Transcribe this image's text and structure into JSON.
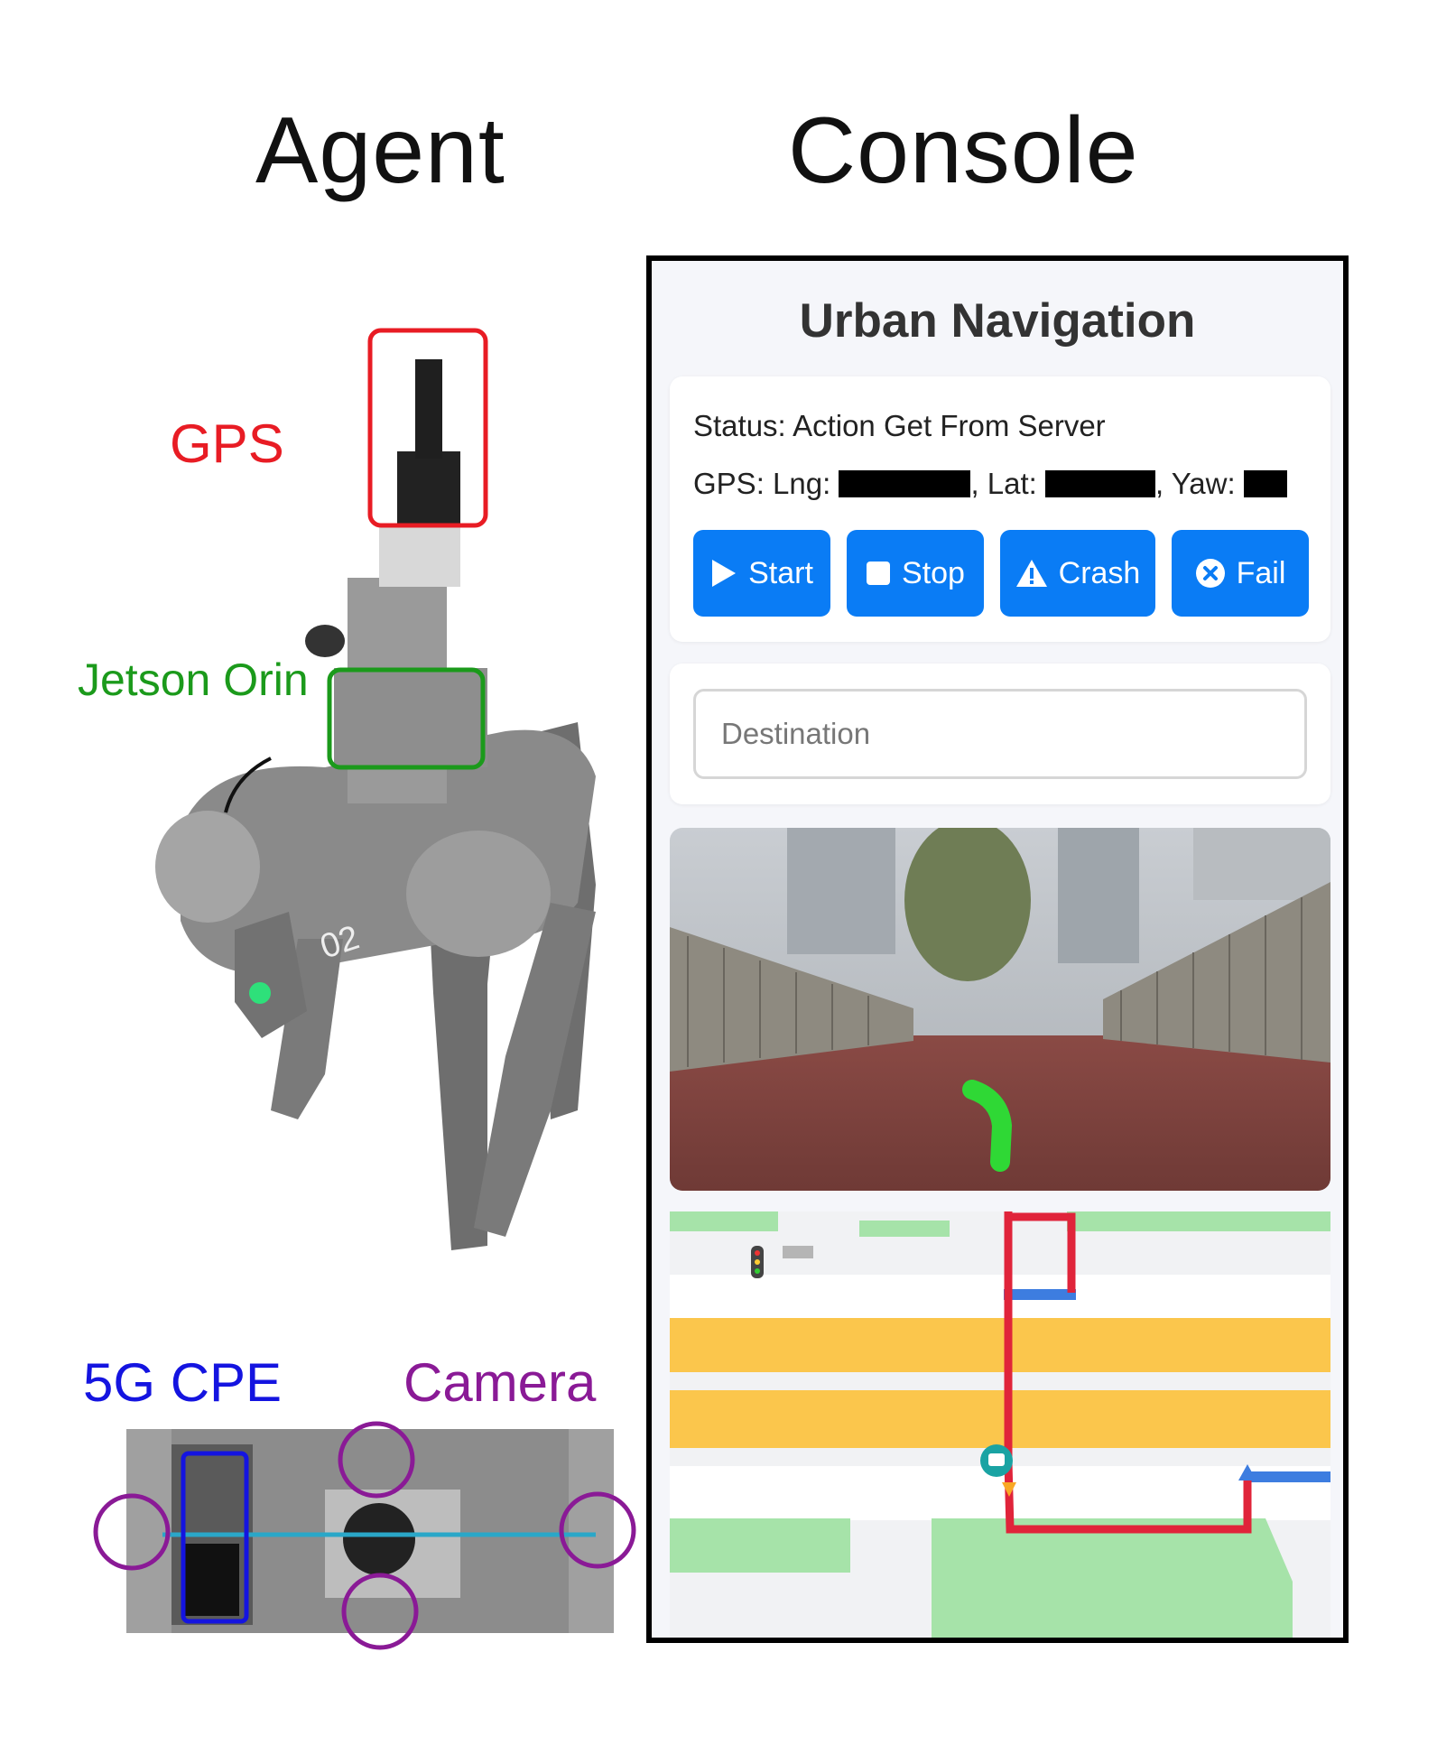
{
  "headings": {
    "agent": "Agent",
    "console": "Console"
  },
  "agent": {
    "labels": {
      "gps": "GPS",
      "jetson": "Jetson Orin",
      "cpe": "5G CPE",
      "camera": "Camera"
    },
    "robot_number": "02",
    "colors": {
      "gps": "#e81c24",
      "jetson": "#1b9a1b",
      "cpe": "#1414e0",
      "camera": "#8a1a96"
    }
  },
  "console": {
    "title": "Urban Navigation",
    "status_text": "Status: Action Get From Server",
    "gps": {
      "prefix": "GPS: Lng:",
      "lat_label": ", Lat:",
      "yaw_label": ", Yaw:"
    },
    "buttons": [
      {
        "label": "Start",
        "icon": "play-icon"
      },
      {
        "label": "Stop",
        "icon": "stop-icon"
      },
      {
        "label": "Crash",
        "icon": "warning-icon"
      },
      {
        "label": "Fail",
        "icon": "x-circle-icon"
      }
    ],
    "destination_placeholder": "Destination",
    "accent_color": "#0a7cf5"
  }
}
